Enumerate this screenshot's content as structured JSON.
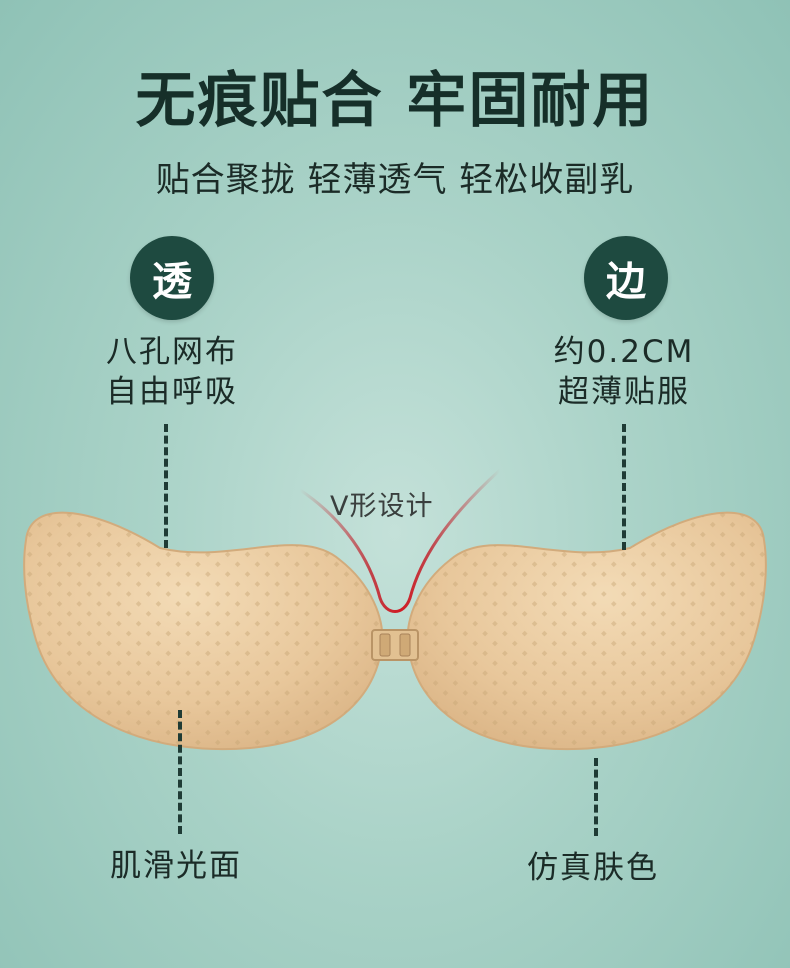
{
  "headline": "无痕贴合 牢固耐用",
  "tagline": "贴合聚拢 轻薄透气 轻松收副乳",
  "badges": {
    "left": "透",
    "right": "边"
  },
  "features": {
    "left": {
      "line1": "八孔网布",
      "line2": "自由呼吸"
    },
    "right": {
      "line1": "约0.2CM",
      "line2": "超薄贴服"
    }
  },
  "v_design_label": "V形设计",
  "bottom_labels": {
    "left": "肌滑光面",
    "right": "仿真肤色"
  },
  "colors": {
    "background": "#a9d2c7",
    "badge": "#1e4a40",
    "product_skin": "#e8c89c",
    "v_line": "#c0323a"
  },
  "product": {
    "name": "nipple-cover-bra-image"
  }
}
